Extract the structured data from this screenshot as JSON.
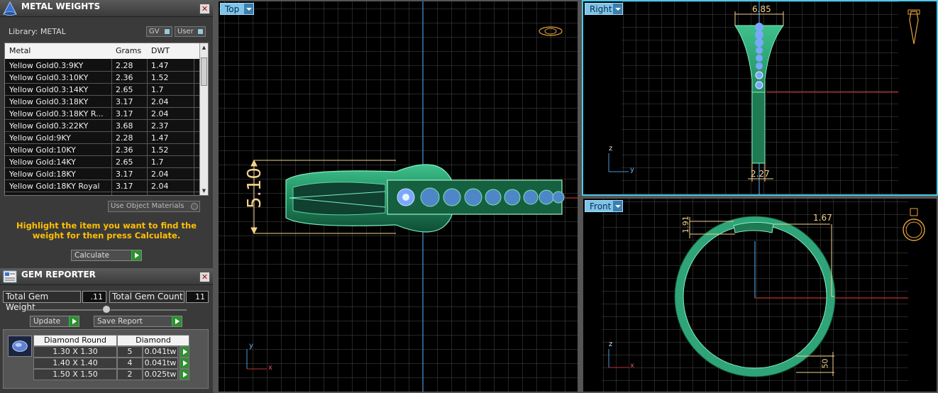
{
  "metal_weights": {
    "title": "METAL WEIGHTS",
    "library_label": "Library: METAL",
    "gv_label": "GV",
    "user_label": "User",
    "columns": [
      "Metal",
      "Grams",
      "DWT"
    ],
    "rows": [
      {
        "metal": "Yellow Gold0.3:9KY",
        "grams": "2.28",
        "dwt": "1.47"
      },
      {
        "metal": "Yellow Gold0.3:10KY",
        "grams": "2.36",
        "dwt": "1.52"
      },
      {
        "metal": "Yellow Gold0.3:14KY",
        "grams": "2.65",
        "dwt": "1.7"
      },
      {
        "metal": "Yellow Gold0.3:18KY",
        "grams": "3.17",
        "dwt": "2.04"
      },
      {
        "metal": "Yellow Gold0.3:18KY R...",
        "grams": "3.17",
        "dwt": "2.04"
      },
      {
        "metal": "Yellow Gold0.3:22KY",
        "grams": "3.68",
        "dwt": "2.37"
      },
      {
        "metal": "Yellow Gold:9KY",
        "grams": "2.28",
        "dwt": "1.47"
      },
      {
        "metal": "Yellow Gold:10KY",
        "grams": "2.36",
        "dwt": "1.52"
      },
      {
        "metal": "Yellow Gold:14KY",
        "grams": "2.65",
        "dwt": "1.7"
      },
      {
        "metal": "Yellow Gold:18KY",
        "grams": "3.17",
        "dwt": "2.04"
      },
      {
        "metal": "Yellow Gold:18KY Royal",
        "grams": "3.17",
        "dwt": "2.04"
      }
    ],
    "use_object_materials": "Use Object Materials",
    "hint": "Highlight the item you want to find the weight for then press Calculate.",
    "calculate_label": "Calculate"
  },
  "gem_reporter": {
    "title": "GEM REPORTER",
    "total_weight_label": "Total Gem Weight",
    "total_weight_value": ".11",
    "total_count_label": "Total Gem Count",
    "total_count_value": "11",
    "update_label": "Update",
    "save_report_label": "Save Report",
    "headers": [
      "Diamond Round",
      "Diamond"
    ],
    "rows": [
      {
        "size": "1.30 X 1.30",
        "count": "5",
        "weight": "0.041tw"
      },
      {
        "size": "1.40 X 1.40",
        "count": "4",
        "weight": "0.041tw"
      },
      {
        "size": "1.50 X 1.50",
        "count": "2",
        "weight": "0.025tw"
      }
    ]
  },
  "viewports": {
    "top": {
      "label": "Top",
      "dimension": "5.10",
      "axis_y": "y",
      "axis_x": "x"
    },
    "right": {
      "label": "Right",
      "dim_top": "6.85",
      "dim_bottom": "2.27",
      "axis_z": "z",
      "axis_y": "y"
    },
    "front": {
      "label": "Front",
      "dim_left": "1.91",
      "dim_right": "1.67",
      "dim_bottom": "50",
      "axis_z": "z",
      "axis_x": "x"
    }
  },
  "colors": {
    "metal_green": "#2fa478",
    "gem_blue": "#7aa8ff",
    "dimension": "#f5d28c",
    "hint": "#ffc000",
    "viewport_active": "#4ec8e8"
  }
}
